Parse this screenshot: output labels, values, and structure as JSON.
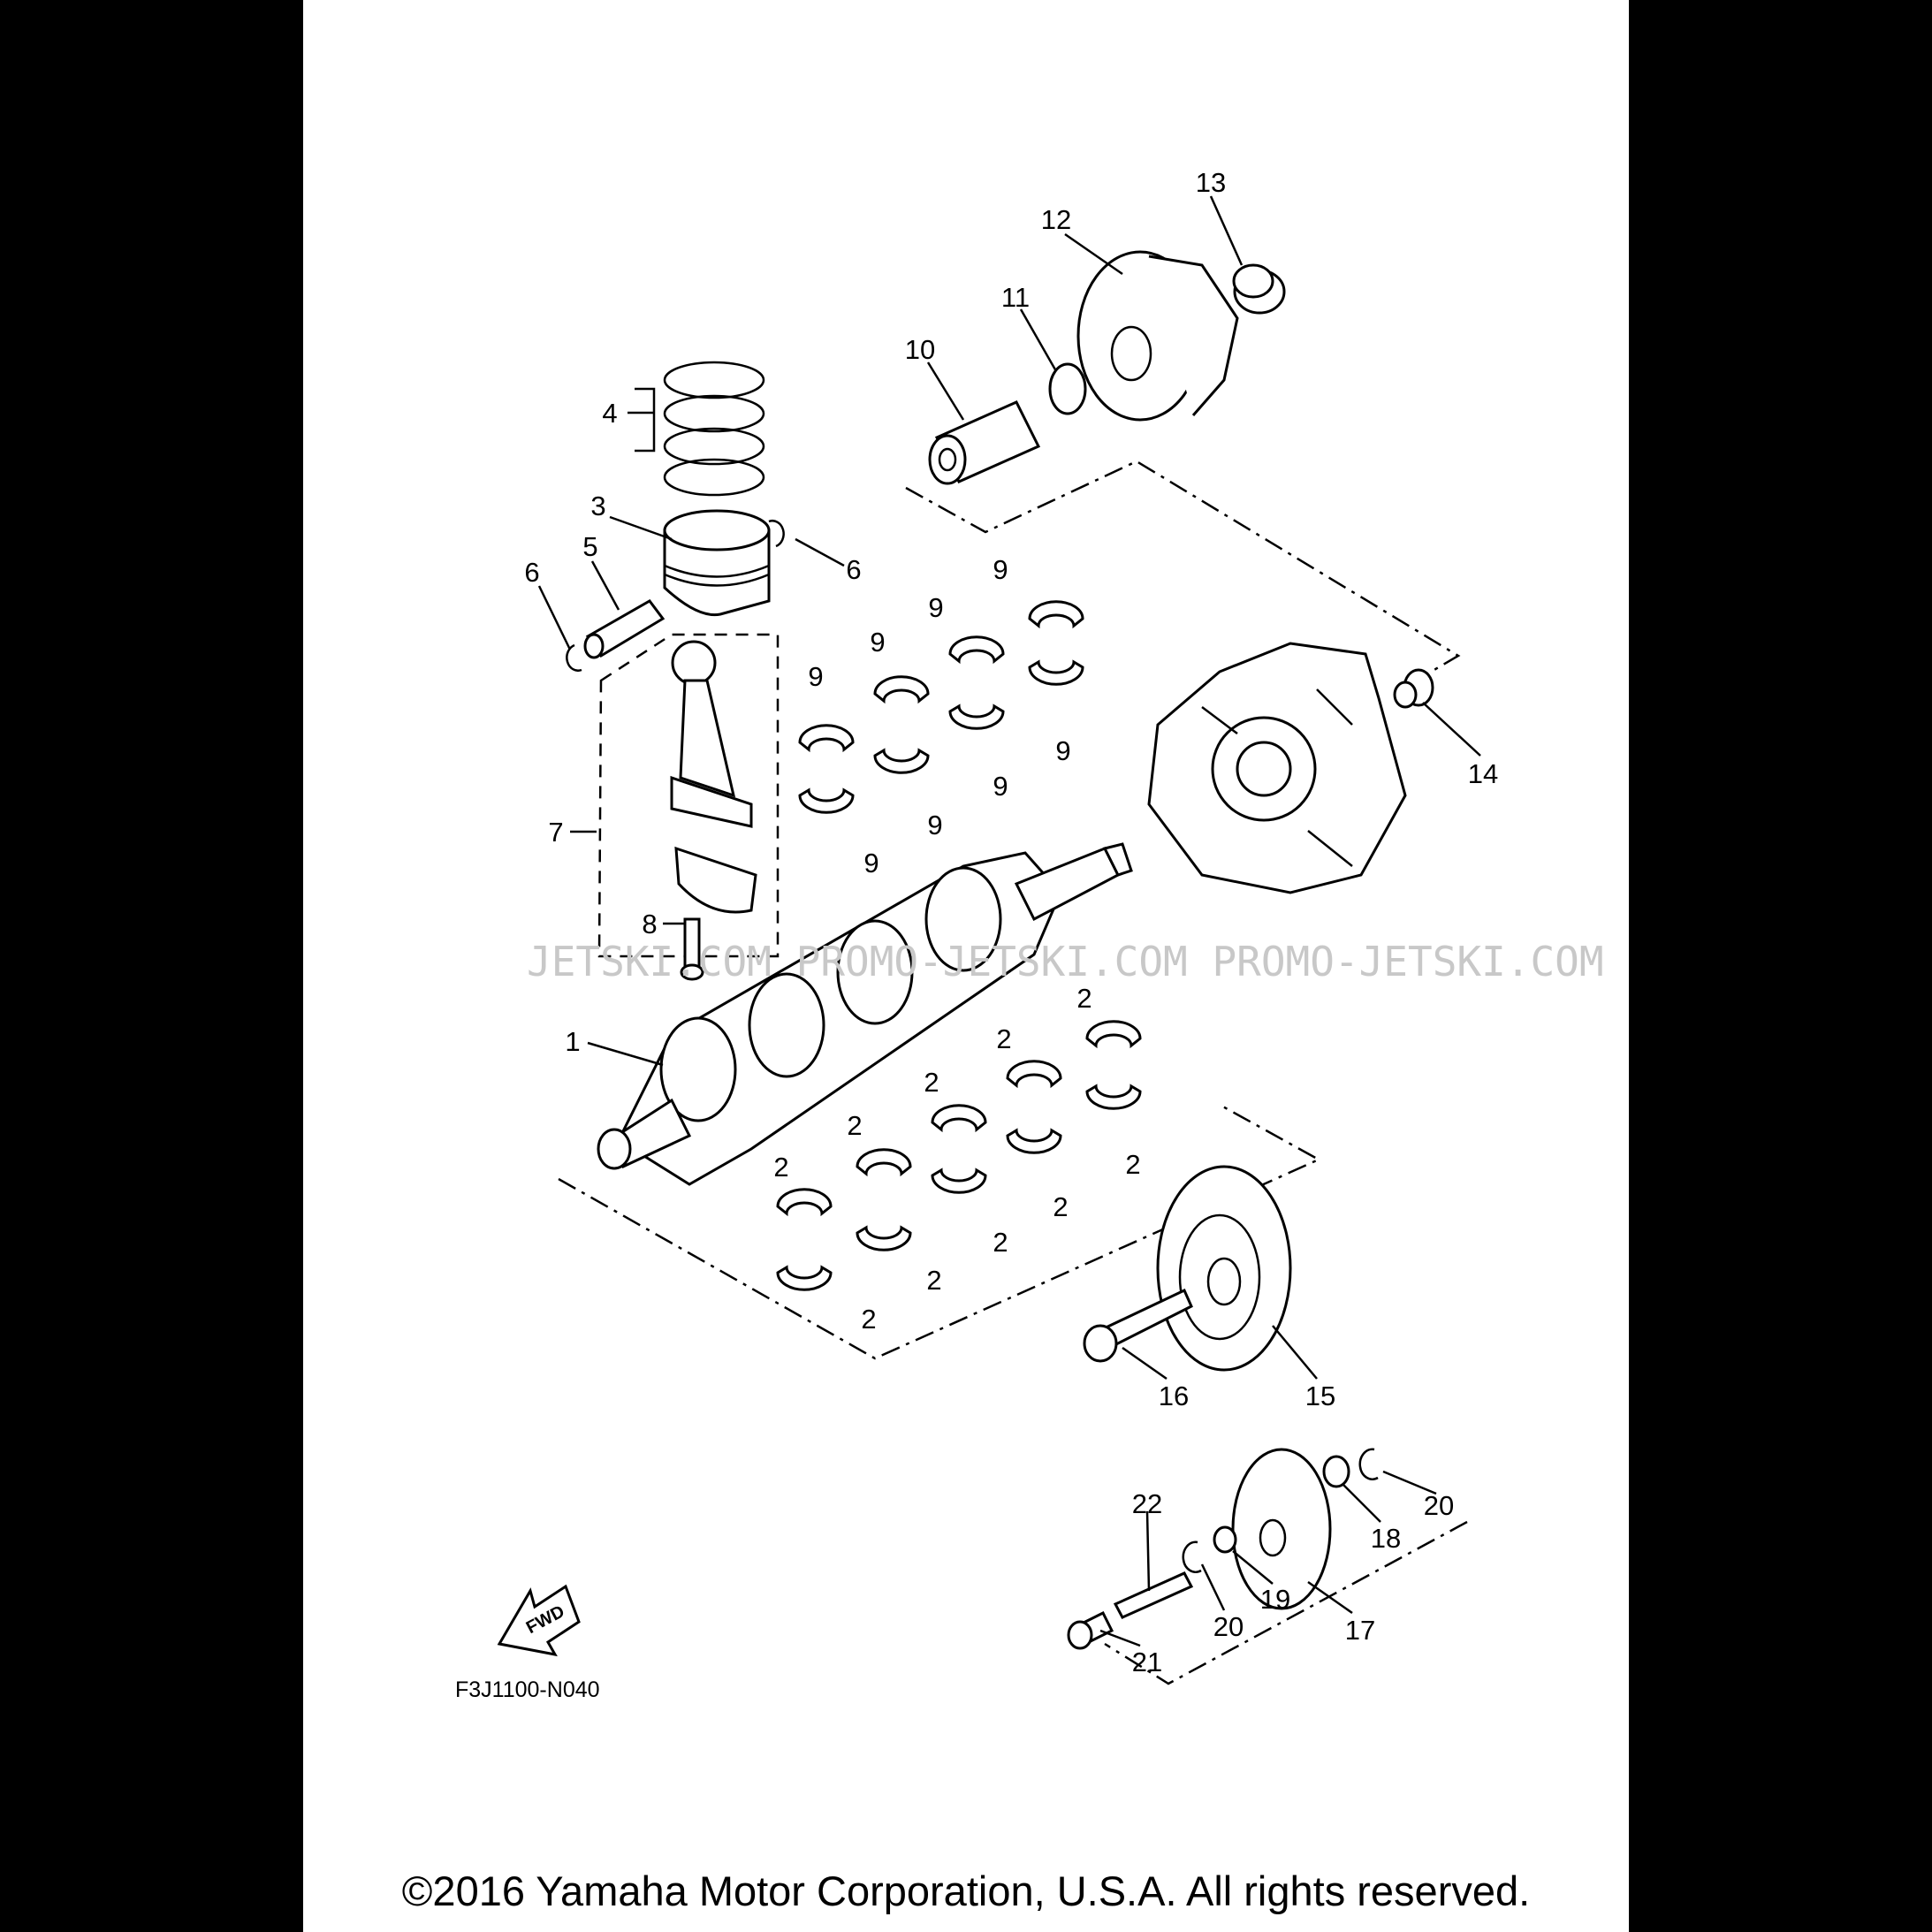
{
  "diagram_code": "F3J1100-N040",
  "fwd_label": "FWD",
  "watermark": "JETSKI.COM  PROMO-JETSKI.COM  PROMO-JETSKI.COM",
  "copyright": "©2016 Yamaha Motor Corporation, U.S.A. All rights reserved.",
  "callouts": {
    "p1": "1",
    "p2": "2",
    "p3": "3",
    "p4": "4",
    "p5": "5",
    "p6": "6",
    "p7": "7",
    "p8": "8",
    "p9": "9",
    "p10": "10",
    "p11": "11",
    "p12": "12",
    "p13": "13",
    "p14": "14",
    "p15": "15",
    "p16": "16",
    "p17": "17",
    "p18": "18",
    "p19": "19",
    "p20": "20",
    "p21": "21",
    "p22": "22"
  }
}
